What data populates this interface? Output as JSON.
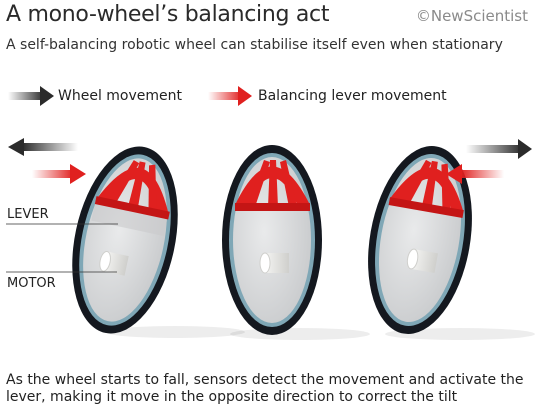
{
  "header": {
    "title": "A mono-wheel’s balancing act",
    "credit": "©NewScientist",
    "subtitle": "A self-balancing robotic wheel can stabilise itself even when stationary"
  },
  "legend": {
    "wheel_movement": "Wheel movement",
    "lever_movement": "Balancing lever movement"
  },
  "labels": {
    "lever": "LEVER",
    "motor": "MOTOR"
  },
  "caption": "As the wheel starts to fall, sensors detect the movement and activate the lever, making it move in the opposite direction to correct the tilt",
  "colors": {
    "tire": "#14181f",
    "rim": "#7fa7b6",
    "lever_red": "#e0201f",
    "wheel_arrow": "#2b2b2b",
    "disc": "#d9dadb"
  }
}
